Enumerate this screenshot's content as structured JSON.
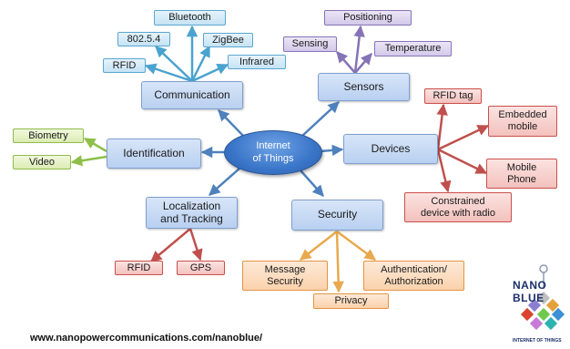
{
  "hub": {
    "line1": "Internet",
    "line2": "of Things"
  },
  "branches": {
    "communication": {
      "label": "Communication",
      "leaves": [
        "Bluetooth",
        "802.5.4",
        "ZigBee",
        "RFID",
        "Infrared"
      ]
    },
    "sensors": {
      "label": "Sensors",
      "leaves": [
        "Positioning",
        "Sensing",
        "Temperature"
      ]
    },
    "identification": {
      "label": "Identification",
      "leaves": [
        "Biometry",
        "Video"
      ]
    },
    "devices": {
      "label": "Devices",
      "leaves": [
        "RFID tag",
        "Embedded mobile",
        "Mobile Phone",
        "Constrained device with radio"
      ],
      "leaf_lines": [
        [
          "RFID tag"
        ],
        [
          "Embedded",
          "mobile"
        ],
        [
          "Mobile",
          "Phone"
        ],
        [
          "Constrained",
          "device with radio"
        ]
      ]
    },
    "localization": {
      "label_lines": [
        "Localization",
        "and Tracking"
      ],
      "leaves": [
        "RFID",
        "GPS"
      ]
    },
    "security": {
      "label": "Security",
      "leaves": [
        "Message Security",
        "Authentication/ Authorization",
        "Privacy"
      ],
      "leaf_lines": [
        [
          "Message",
          "Security"
        ],
        [
          "Authentication/",
          "Authorization"
        ],
        [
          "Privacy"
        ]
      ]
    }
  },
  "footer": {
    "url": "www.nanopowercommunications.com/nanoblue/"
  },
  "logo": {
    "name": "NANO BLUE",
    "tagline": "INTERNET OF THINGS",
    "mark_colors": [
      "#c0c0c0",
      "#8b7fd1",
      "#e3a23a",
      "#d9432f",
      "#6fc94e",
      "#3d8fd6",
      "#c77ad8",
      "#2bb3b0"
    ]
  },
  "colors": {
    "hub": "#3a75c9",
    "communication": "#4aa3cf",
    "sensors": "#8573b6",
    "identification": "#8fbf4a",
    "devices": "#c0504d",
    "localization": "#c0504d",
    "security": "#e8a94e",
    "hub_links": "#4f81bd"
  }
}
